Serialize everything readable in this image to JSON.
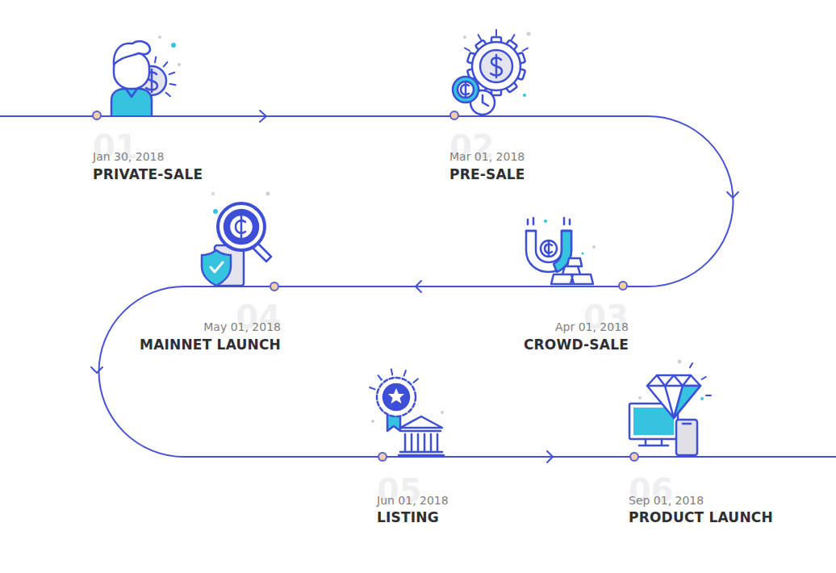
{
  "diagram": {
    "labels": [
      "01",
      "Jan 30, 2018",
      "PRIVATE-SALE",
      "02",
      "Mar 01, 2018",
      "PRE-SALE",
      "03",
      "Apr 01, 2018",
      "CROWD-SALE",
      "04",
      "May 01, 2018",
      "MAINNET LAUNCH",
      "05",
      "Jun 01, 2018",
      "LISTING",
      "06",
      "Sep 01, 2018",
      "PRODUCT LAUNCH"
    ]
  }
}
